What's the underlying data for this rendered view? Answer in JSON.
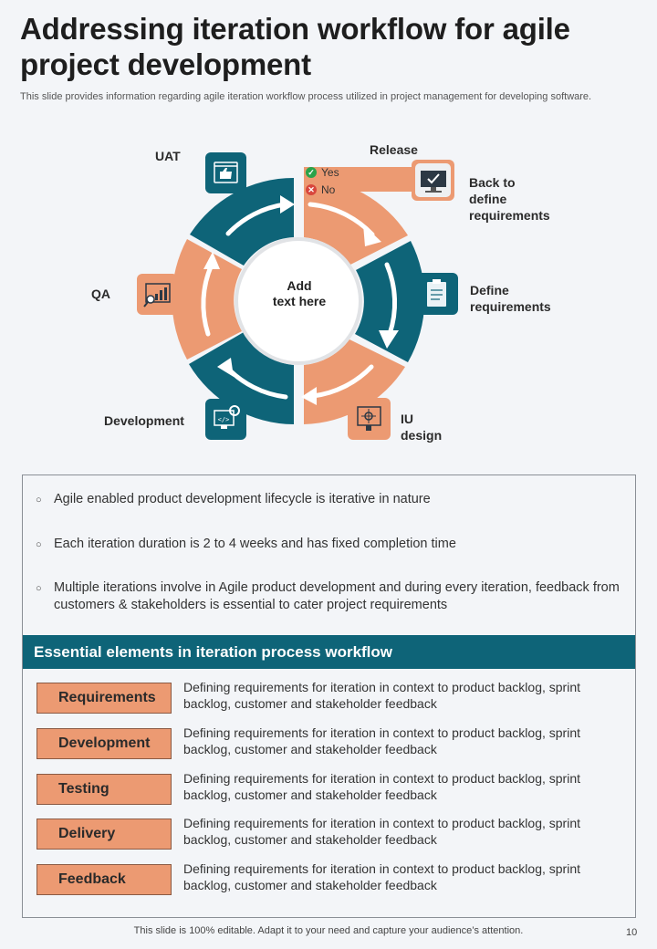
{
  "header": {
    "title": "Addressing iteration workflow for agile project development",
    "subtitle": "This slide provides information regarding agile iteration workflow process utilized in project management for developing software."
  },
  "diagram": {
    "center_text_line1": "Add",
    "center_text_line2": "text here",
    "stages": {
      "release": "Release",
      "back_line1": "Back to",
      "back_line2": "define",
      "back_line3": "requirements",
      "define_line1": "Define",
      "define_line2": "requirements",
      "iu_line1": "IU",
      "iu_line2": "design",
      "development": "Development",
      "qa": "QA",
      "uat": "UAT"
    },
    "decision": {
      "yes": "Yes",
      "no": "No"
    },
    "colors": {
      "teal": "#0e6478",
      "orange": "#ec9a72"
    },
    "icons": [
      "thumbs-up-icon",
      "checked-monitor-icon",
      "clipboard-icon",
      "design-target-icon",
      "code-gear-icon",
      "chart-search-icon"
    ]
  },
  "bullets": [
    "Agile enabled product development lifecycle is iterative in nature",
    "Each iteration duration is 2 to 4 weeks and has fixed completion time",
    "Multiple iterations involve in Agile product development and during every iteration, feedback from customers & stakeholders is essential to cater project requirements"
  ],
  "essentials": {
    "title": "Essential elements in iteration process workflow",
    "rows": [
      {
        "label": "Requirements",
        "desc": "Defining requirements for iteration in context to product backlog, sprint backlog, customer and stakeholder feedback"
      },
      {
        "label": "Development",
        "desc": "Defining requirements for iteration in context to product backlog, sprint backlog, customer and stakeholder feedback"
      },
      {
        "label": "Testing",
        "desc": "Defining requirements for iteration in context to product backlog, sprint backlog, customer and stakeholder feedback"
      },
      {
        "label": "Delivery",
        "desc": "Defining requirements for iteration in context to product backlog, sprint backlog, customer and stakeholder feedback"
      },
      {
        "label": "Feedback",
        "desc": "Defining requirements for iteration in context to product backlog, sprint backlog, customer and stakeholder feedback"
      }
    ]
  },
  "footer": {
    "note": "This slide is 100% editable. Adapt it to your need and capture your audience’s attention.",
    "page": "10"
  }
}
